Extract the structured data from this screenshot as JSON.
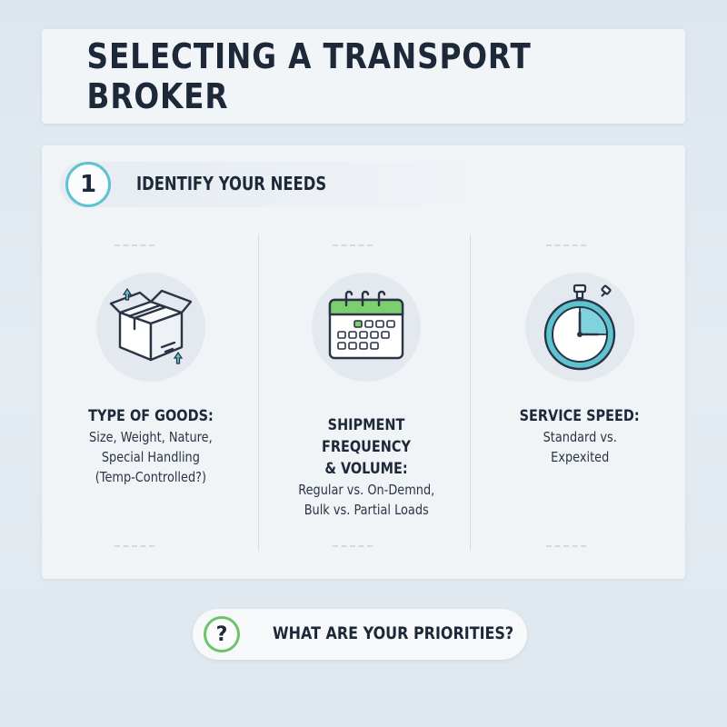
{
  "title": "SELECTING A TRANSPORT BROKER",
  "step": {
    "number": "1",
    "label": "IDENTIFY YOUR NEEDS"
  },
  "columns": [
    {
      "icon": "box-icon",
      "title": "TYPE OF GOODS:",
      "description": "Size, Weight, Nature,\nSpecial Handling\n(Temp-Controlled?)"
    },
    {
      "icon": "calendar-icon",
      "title": "SHIPMENT FREQUENCY\n& VOLUME:",
      "description": "Regular vs. On-Demnd,\nBulk vs. Partial Loads"
    },
    {
      "icon": "stopwatch-icon",
      "title": "SERVICE SPEED:",
      "description": "Standard vs.\nExpexited"
    }
  ],
  "priority": {
    "mark": "?",
    "label": "WHAT ARE YOUR PRIORITIES?"
  },
  "colors": {
    "teal_accent": "#5cc3cf",
    "green_accent": "#6cc46a",
    "text_dark": "#1d2838"
  }
}
